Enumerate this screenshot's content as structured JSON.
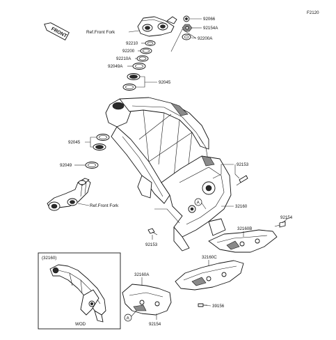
{
  "figure_code": "F2120",
  "front_tag": "FRONT",
  "labels": {
    "p92066": "92066",
    "p92154A": "92154A",
    "p92200A": "92200A",
    "ref_fork_top": "Ref.Front Fork",
    "p92210": "92210",
    "p92200": "92200",
    "p92210A": "92210A",
    "p92049A": "92049A",
    "p92045_top": "92045",
    "p92045_mid": "92045",
    "p92049": "92049",
    "ref_fork_bottom": "Ref.Front Fork",
    "p92153_right": "92153",
    "p32160": "32160",
    "p92154_right": "92154",
    "p32160B": "32160B",
    "p92153_left": "92153",
    "p32160C": "32160C",
    "p32160A": "32160A",
    "p39156": "39156",
    "p92154_bottom": "92154"
  },
  "callout_a_top": "A",
  "callout_a_bottom": "A",
  "inset": {
    "title": "(32160)",
    "footer": "WOD"
  }
}
